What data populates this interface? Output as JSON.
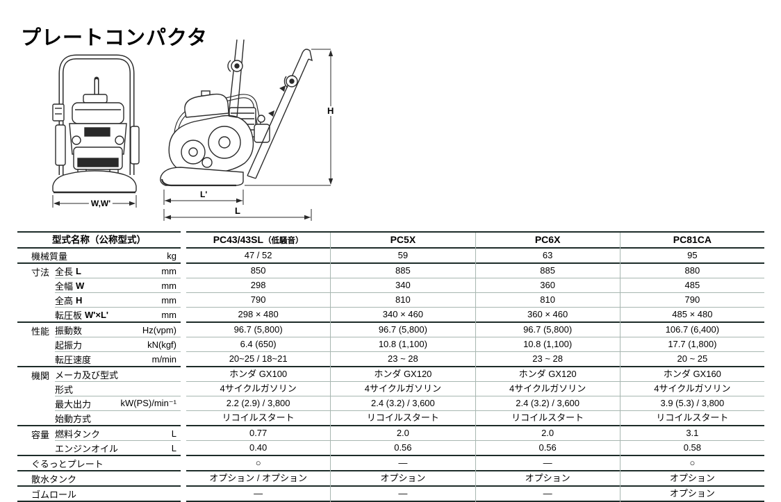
{
  "page": {
    "title": "プレートコンパクタ"
  },
  "diagram": {
    "front_width_label": "W,W'",
    "height_label": "H",
    "plate_length_label": "L'",
    "overall_length_label": "L"
  },
  "table": {
    "header_label": "型式名称（公称型式）",
    "models": [
      {
        "name": "PC43/43SL",
        "note": "（低騒音）"
      },
      {
        "name": "PC5X",
        "note": ""
      },
      {
        "name": "PC6X",
        "note": ""
      },
      {
        "name": "PC81CA",
        "note": ""
      }
    ],
    "sections": [
      {
        "group": "",
        "rows": [
          {
            "label": "機械質量",
            "dim": "",
            "unit": "kg",
            "values": [
              "47 / 52",
              "59",
              "63",
              "95"
            ]
          }
        ]
      },
      {
        "group": "寸法",
        "rows": [
          {
            "label": "全長",
            "dim": "L",
            "unit": "mm",
            "values": [
              "850",
              "885",
              "885",
              "880"
            ]
          },
          {
            "label": "全幅",
            "dim": "W",
            "unit": "mm",
            "values": [
              "298",
              "340",
              "360",
              "485"
            ]
          },
          {
            "label": "全高",
            "dim": "H",
            "unit": "mm",
            "values": [
              "790",
              "810",
              "810",
              "790"
            ]
          },
          {
            "label": "転圧板",
            "dim": "W'×L'",
            "unit": "mm",
            "values": [
              "298 × 480",
              "340 × 460",
              "360 × 460",
              "485 × 480"
            ]
          }
        ]
      },
      {
        "group": "性能",
        "rows": [
          {
            "label": "振動数",
            "dim": "",
            "unit": "Hz(vpm)",
            "values": [
              "96.7 (5,800)",
              "96.7 (5,800)",
              "96.7 (5,800)",
              "106.7 (6,400)"
            ]
          },
          {
            "label": "起振力",
            "dim": "",
            "unit": "kN(kgf)",
            "values": [
              "6.4 (650)",
              "10.8 (1,100)",
              "10.8 (1,100)",
              "17.7 (1,800)"
            ]
          },
          {
            "label": "転圧速度",
            "dim": "",
            "unit": "m/min",
            "values": [
              "20~25 / 18~21",
              "23 ~ 28",
              "23 ~ 28",
              "20 ~ 25"
            ]
          }
        ]
      },
      {
        "group": "機関",
        "rows": [
          {
            "label": "メーカ及び型式",
            "dim": "",
            "unit": "",
            "values": [
              "ホンダ GX100",
              "ホンダ GX120",
              "ホンダ GX120",
              "ホンダ GX160"
            ]
          },
          {
            "label": "形式",
            "dim": "",
            "unit": "",
            "values": [
              "4サイクルガソリン",
              "4サイクルガソリン",
              "4サイクルガソリン",
              "4サイクルガソリン"
            ]
          },
          {
            "label": "最大出力",
            "dim": "",
            "unit": "kW(PS)/min⁻¹",
            "values": [
              "2.2 (2.9) / 3,800",
              "2.4 (3.2) / 3,600",
              "2.4 (3.2) / 3,600",
              "3.9 (5.3) / 3,800"
            ]
          },
          {
            "label": "始動方式",
            "dim": "",
            "unit": "",
            "values": [
              "リコイルスタート",
              "リコイルスタート",
              "リコイルスタート",
              "リコイルスタート"
            ]
          }
        ]
      },
      {
        "group": "容量",
        "rows": [
          {
            "label": "燃料タンク",
            "dim": "",
            "unit": "L",
            "values": [
              "0.77",
              "2.0",
              "2.0",
              "3.1"
            ]
          },
          {
            "label": "エンジンオイル",
            "dim": "",
            "unit": "L",
            "values": [
              "0.40",
              "0.56",
              "0.56",
              "0.58"
            ]
          }
        ]
      },
      {
        "group": "",
        "rows": [
          {
            "label": "ぐるっとプレート",
            "dim": "",
            "unit": "",
            "values": [
              "○",
              "―",
              "―",
              "○"
            ]
          }
        ]
      },
      {
        "group": "",
        "rows": [
          {
            "label": "散水タンク",
            "dim": "",
            "unit": "",
            "values": [
              "オプション / オプション",
              "オプション",
              "オプション",
              "オプション"
            ]
          }
        ]
      },
      {
        "group": "",
        "rows": [
          {
            "label": "ゴムロール",
            "dim": "",
            "unit": "",
            "values": [
              "―",
              "―",
              "―",
              "オプション"
            ]
          }
        ]
      }
    ]
  },
  "colors": {
    "line_dark": "#1c2b28",
    "line_light": "#a7b6b0",
    "drawing_line": "#2a2a2a"
  }
}
